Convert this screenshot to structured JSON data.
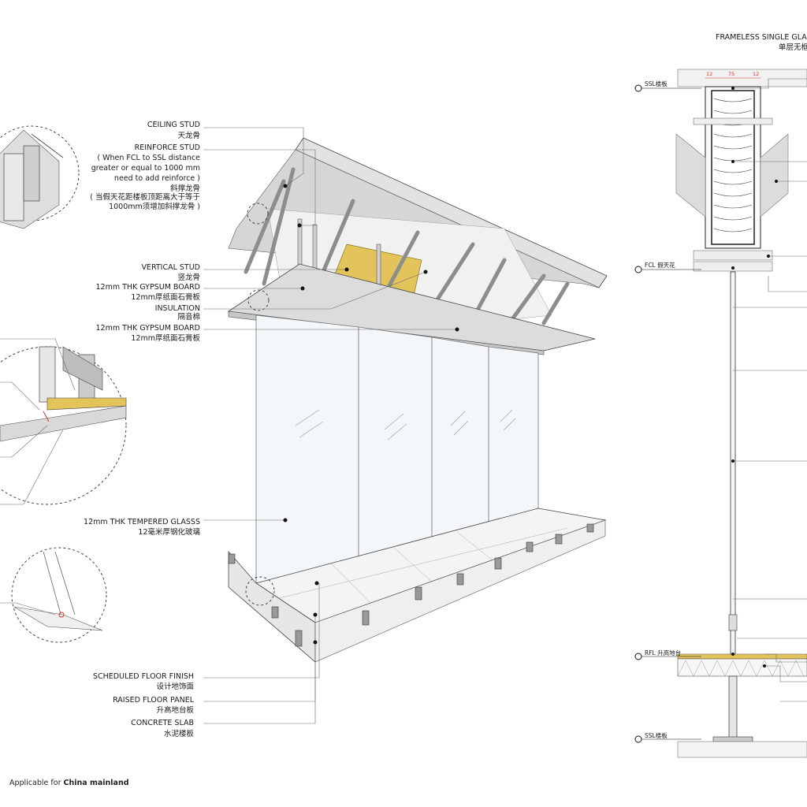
{
  "axon_labels": [
    {
      "id": "ceiling-stud",
      "en": "CEILING STUD",
      "zh": "天龙骨"
    },
    {
      "id": "reinforce-stud",
      "lines": [
        "REINFORCE STUD",
        "( When FCL to SSL distance",
        "greater or equal to 1000 mm",
        "need to add reinforce )",
        "斜撑龙骨",
        "( 当假天花距楼板顶距离大于等于",
        "1000mm须增加斜撑龙骨 )"
      ]
    },
    {
      "id": "vertical-stud",
      "en": "VERTICAL  STUD",
      "zh": "竖龙骨"
    },
    {
      "id": "gypsum-1",
      "en": "12mm THK GYPSUM BOARD",
      "zh": "12mm厚纸面石膏板"
    },
    {
      "id": "insulation",
      "en": "INSULATION",
      "zh": "隔音棉"
    },
    {
      "id": "gypsum-2",
      "en": "12mm THK GYPSUM BOARD",
      "zh": "12mm厚纸面石膏板"
    },
    {
      "id": "glass",
      "en": "12mm THK TEMPERED GLASSS",
      "zh": "12毫米厚钢化玻璃"
    },
    {
      "id": "floor-finish",
      "en": "SCHEDULED FLOOR FINISH",
      "zh": "设计地饰面"
    },
    {
      "id": "raised-floor",
      "en": "RAISED FLOOR PANEL",
      "zh": "升高地台板"
    },
    {
      "id": "concrete-slab",
      "en": "CONCRETE SLAB",
      "zh": "水泥楼板"
    }
  ],
  "section": {
    "title_en": "FRAMELESS SINGLE GLAZ",
    "title_zh": "单层无框",
    "dims": [
      "12",
      "75",
      "12"
    ],
    "levels": [
      {
        "id": "ssl-top",
        "text": "SSL楼板"
      },
      {
        "id": "fcl",
        "text": "FCL 假天花"
      },
      {
        "id": "rfl",
        "text": "RFL 升高地台"
      },
      {
        "id": "ssl-bottom",
        "text": "SSL楼板"
      }
    ]
  },
  "footer": {
    "prefix": "Applicable for ",
    "bold": "China mainland"
  },
  "colors": {
    "line": "#333333",
    "panel": "#d9d9d9",
    "glass": "#eef3f6",
    "insulation": "#e3c45a",
    "dimension": "#d23a2a"
  }
}
